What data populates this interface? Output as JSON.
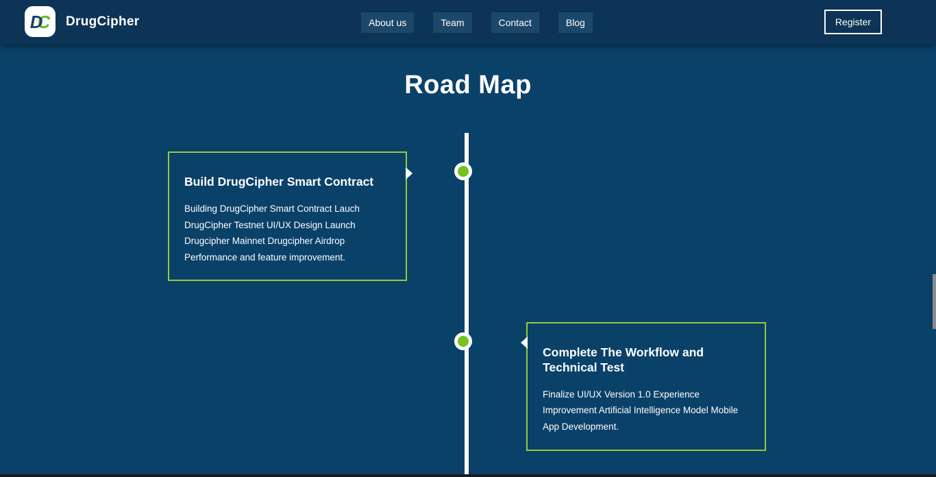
{
  "theme": {
    "page_bg": "#0a4169",
    "navbar_bg": "#0d3456",
    "nav_item_bg": "#1b476a",
    "accent_green": "#76c21e",
    "card_border_green": "#9bc83a",
    "text_white": "#ffffff",
    "scrollbar_gray": "#8b8b8b"
  },
  "navbar": {
    "brand": "DrugCipher",
    "logo": {
      "d": "D",
      "c": "C"
    },
    "items": [
      {
        "label": "About us"
      },
      {
        "label": "Team"
      },
      {
        "label": "Contact"
      },
      {
        "label": "Blog"
      }
    ],
    "register_label": "Register"
  },
  "roadmap": {
    "title": "Road Map",
    "milestones": [
      {
        "side": "left",
        "title": "Build DrugCipher Smart Contract",
        "description": "Building DrugCipher Smart Contract Lauch DrugCipher Testnet UI/UX Design Launch Drugcipher Mainnet Drugcipher Airdrop Performance and feature improvement."
      },
      {
        "side": "right",
        "title": "Complete The Workflow and Technical Test",
        "description": "Finalize UI/UX Version 1.0 Experience Improvement Artificial Intelligence Model Mobile App Development."
      }
    ]
  }
}
